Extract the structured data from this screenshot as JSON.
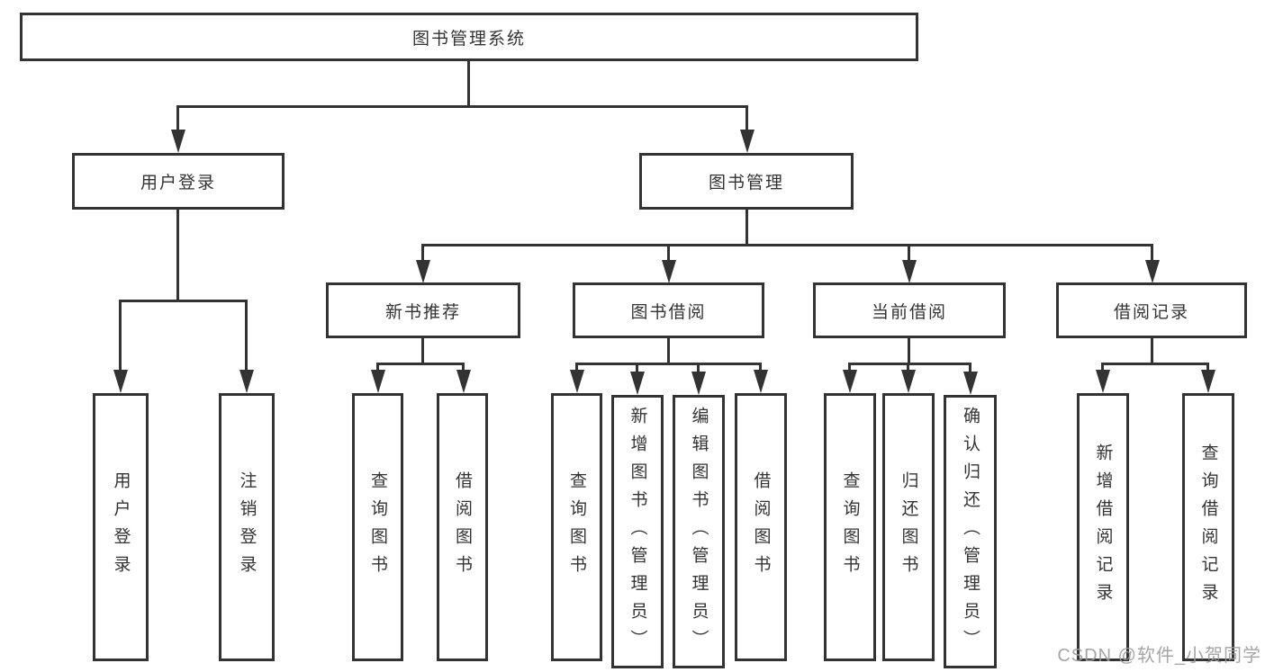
{
  "diagram": {
    "title": "图书管理系统",
    "root": {
      "label": "图书管理系统"
    },
    "level2": [
      {
        "label": "用户登录"
      },
      {
        "label": "图书管理"
      }
    ],
    "level3": [
      {
        "label": "新书推荐"
      },
      {
        "label": "图书借阅"
      },
      {
        "label": "当前借阅"
      },
      {
        "label": "借阅记录"
      }
    ],
    "leaves": {
      "login": [
        {
          "label": "用户登录"
        },
        {
          "label": "注销登录"
        }
      ],
      "recommend": [
        {
          "label": "查询图书"
        },
        {
          "label": "借阅图书"
        }
      ],
      "borrow": [
        {
          "label": "查询图书"
        },
        {
          "label": "新增图书（管理员）"
        },
        {
          "label": "编辑图书（管理员）"
        },
        {
          "label": "借阅图书"
        }
      ],
      "current": [
        {
          "label": "查询图书"
        },
        {
          "label": "归还图书"
        },
        {
          "label": "确认归还（管理员）"
        }
      ],
      "records": [
        {
          "label": "新增借阅记录"
        },
        {
          "label": "查询借阅记录"
        }
      ]
    }
  },
  "watermark": {
    "text": "CSDN @软件_小贺同学"
  },
  "colors": {
    "line": "#333333",
    "text": "#333333",
    "watermark": "#9b9b9b",
    "background": "#ffffff"
  }
}
